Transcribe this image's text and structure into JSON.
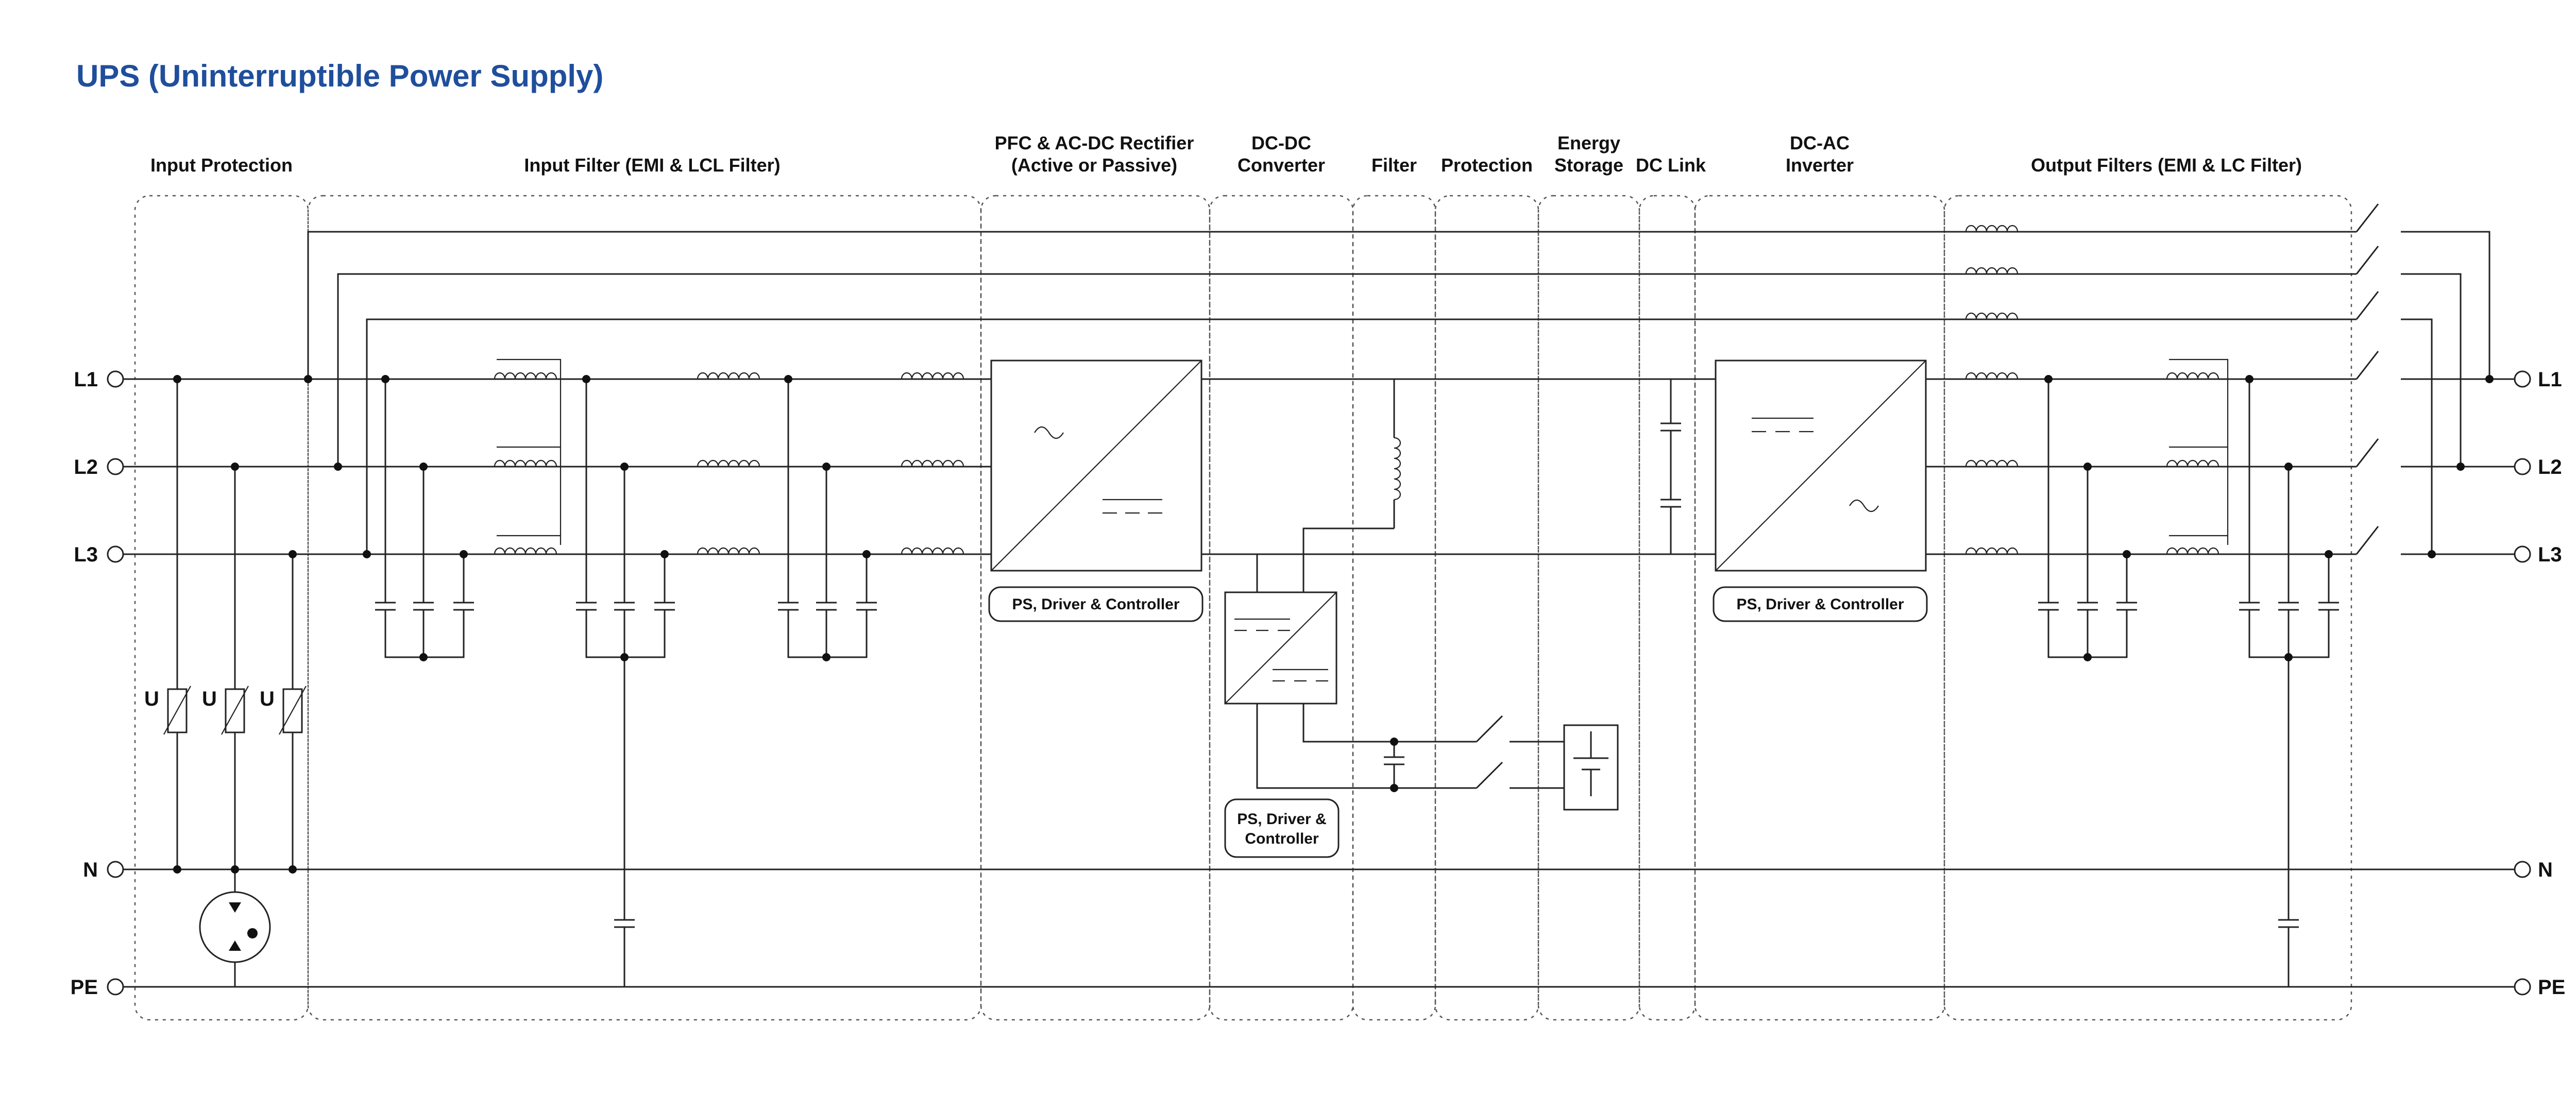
{
  "title": "UPS (Uninterruptible Power Supply)",
  "colors": {
    "title": "#1f4e9c",
    "line": "#222222",
    "section_border": "#555555",
    "background": "#ffffff"
  },
  "sections": [
    {
      "id": "input-protection",
      "lines": [
        "Input Protection"
      ]
    },
    {
      "id": "input-filter",
      "lines": [
        "Input Filter (EMI & LCL Filter)"
      ]
    },
    {
      "id": "pfc-rectifier",
      "lines": [
        "PFC & AC-DC Rectifier",
        "(Active or Passive)"
      ]
    },
    {
      "id": "dcdc-converter",
      "lines": [
        "DC-DC",
        "Converter"
      ]
    },
    {
      "id": "filter",
      "lines": [
        "Filter"
      ]
    },
    {
      "id": "protection",
      "lines": [
        "Protection"
      ]
    },
    {
      "id": "energy-storage",
      "lines": [
        "Energy",
        "Storage"
      ]
    },
    {
      "id": "dc-link",
      "lines": [
        "DC Link"
      ]
    },
    {
      "id": "dcac-inverter",
      "lines": [
        "DC-AC",
        "Inverter"
      ]
    },
    {
      "id": "output-filters",
      "lines": [
        "Output Filters (EMI & LC Filter)"
      ]
    }
  ],
  "terminals": {
    "left": [
      "L1",
      "L2",
      "L3",
      "N",
      "PE"
    ],
    "right": [
      "L1",
      "L2",
      "L3",
      "N",
      "PE"
    ]
  },
  "blocks": {
    "pfc_controller": "PS, Driver & Controller",
    "dcdc_controller": [
      "PS, Driver &",
      "Controller"
    ],
    "inverter_controller": "PS, Driver & Controller"
  },
  "varistor_label": "U",
  "icons": [
    "varistor-icon",
    "gas-discharge-tube-icon",
    "inductor-icon",
    "capacitor-icon",
    "switch-icon",
    "battery-icon",
    "converter-icon"
  ]
}
